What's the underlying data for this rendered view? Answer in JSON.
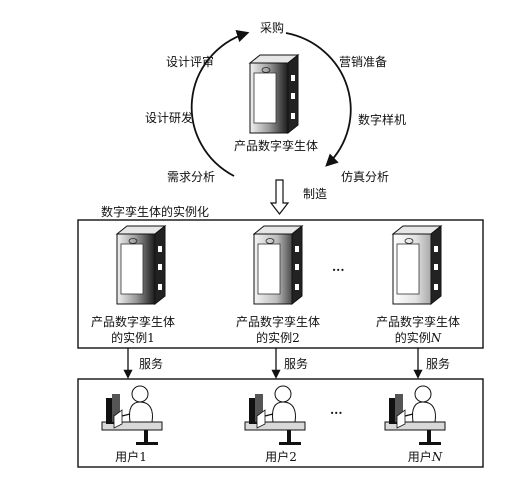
{
  "lifecycle": {
    "stages": [
      "采购",
      "营销准备",
      "数字样机",
      "仿真分析",
      "制造",
      "需求分析",
      "设计研发",
      "设计评审"
    ],
    "center_label": "产品数字孪生体"
  },
  "instantiation_label": "数字孪生体的实例化",
  "instances": [
    {
      "line1": "产品数字孪生体",
      "line2_prefix": "的实例",
      "line2_suffix": "1"
    },
    {
      "line1": "产品数字孪生体",
      "line2_prefix": "的实例",
      "line2_suffix": "2"
    },
    {
      "line1": "产品数字孪生体",
      "line2_prefix": "的实例",
      "line2_suffix": "N"
    }
  ],
  "ellipsis": "···",
  "service_label": "服务",
  "users": [
    {
      "prefix": "用户",
      "suffix": "1"
    },
    {
      "prefix": "用户",
      "suffix": "2"
    },
    {
      "prefix": "用户",
      "suffix": "N"
    }
  ]
}
